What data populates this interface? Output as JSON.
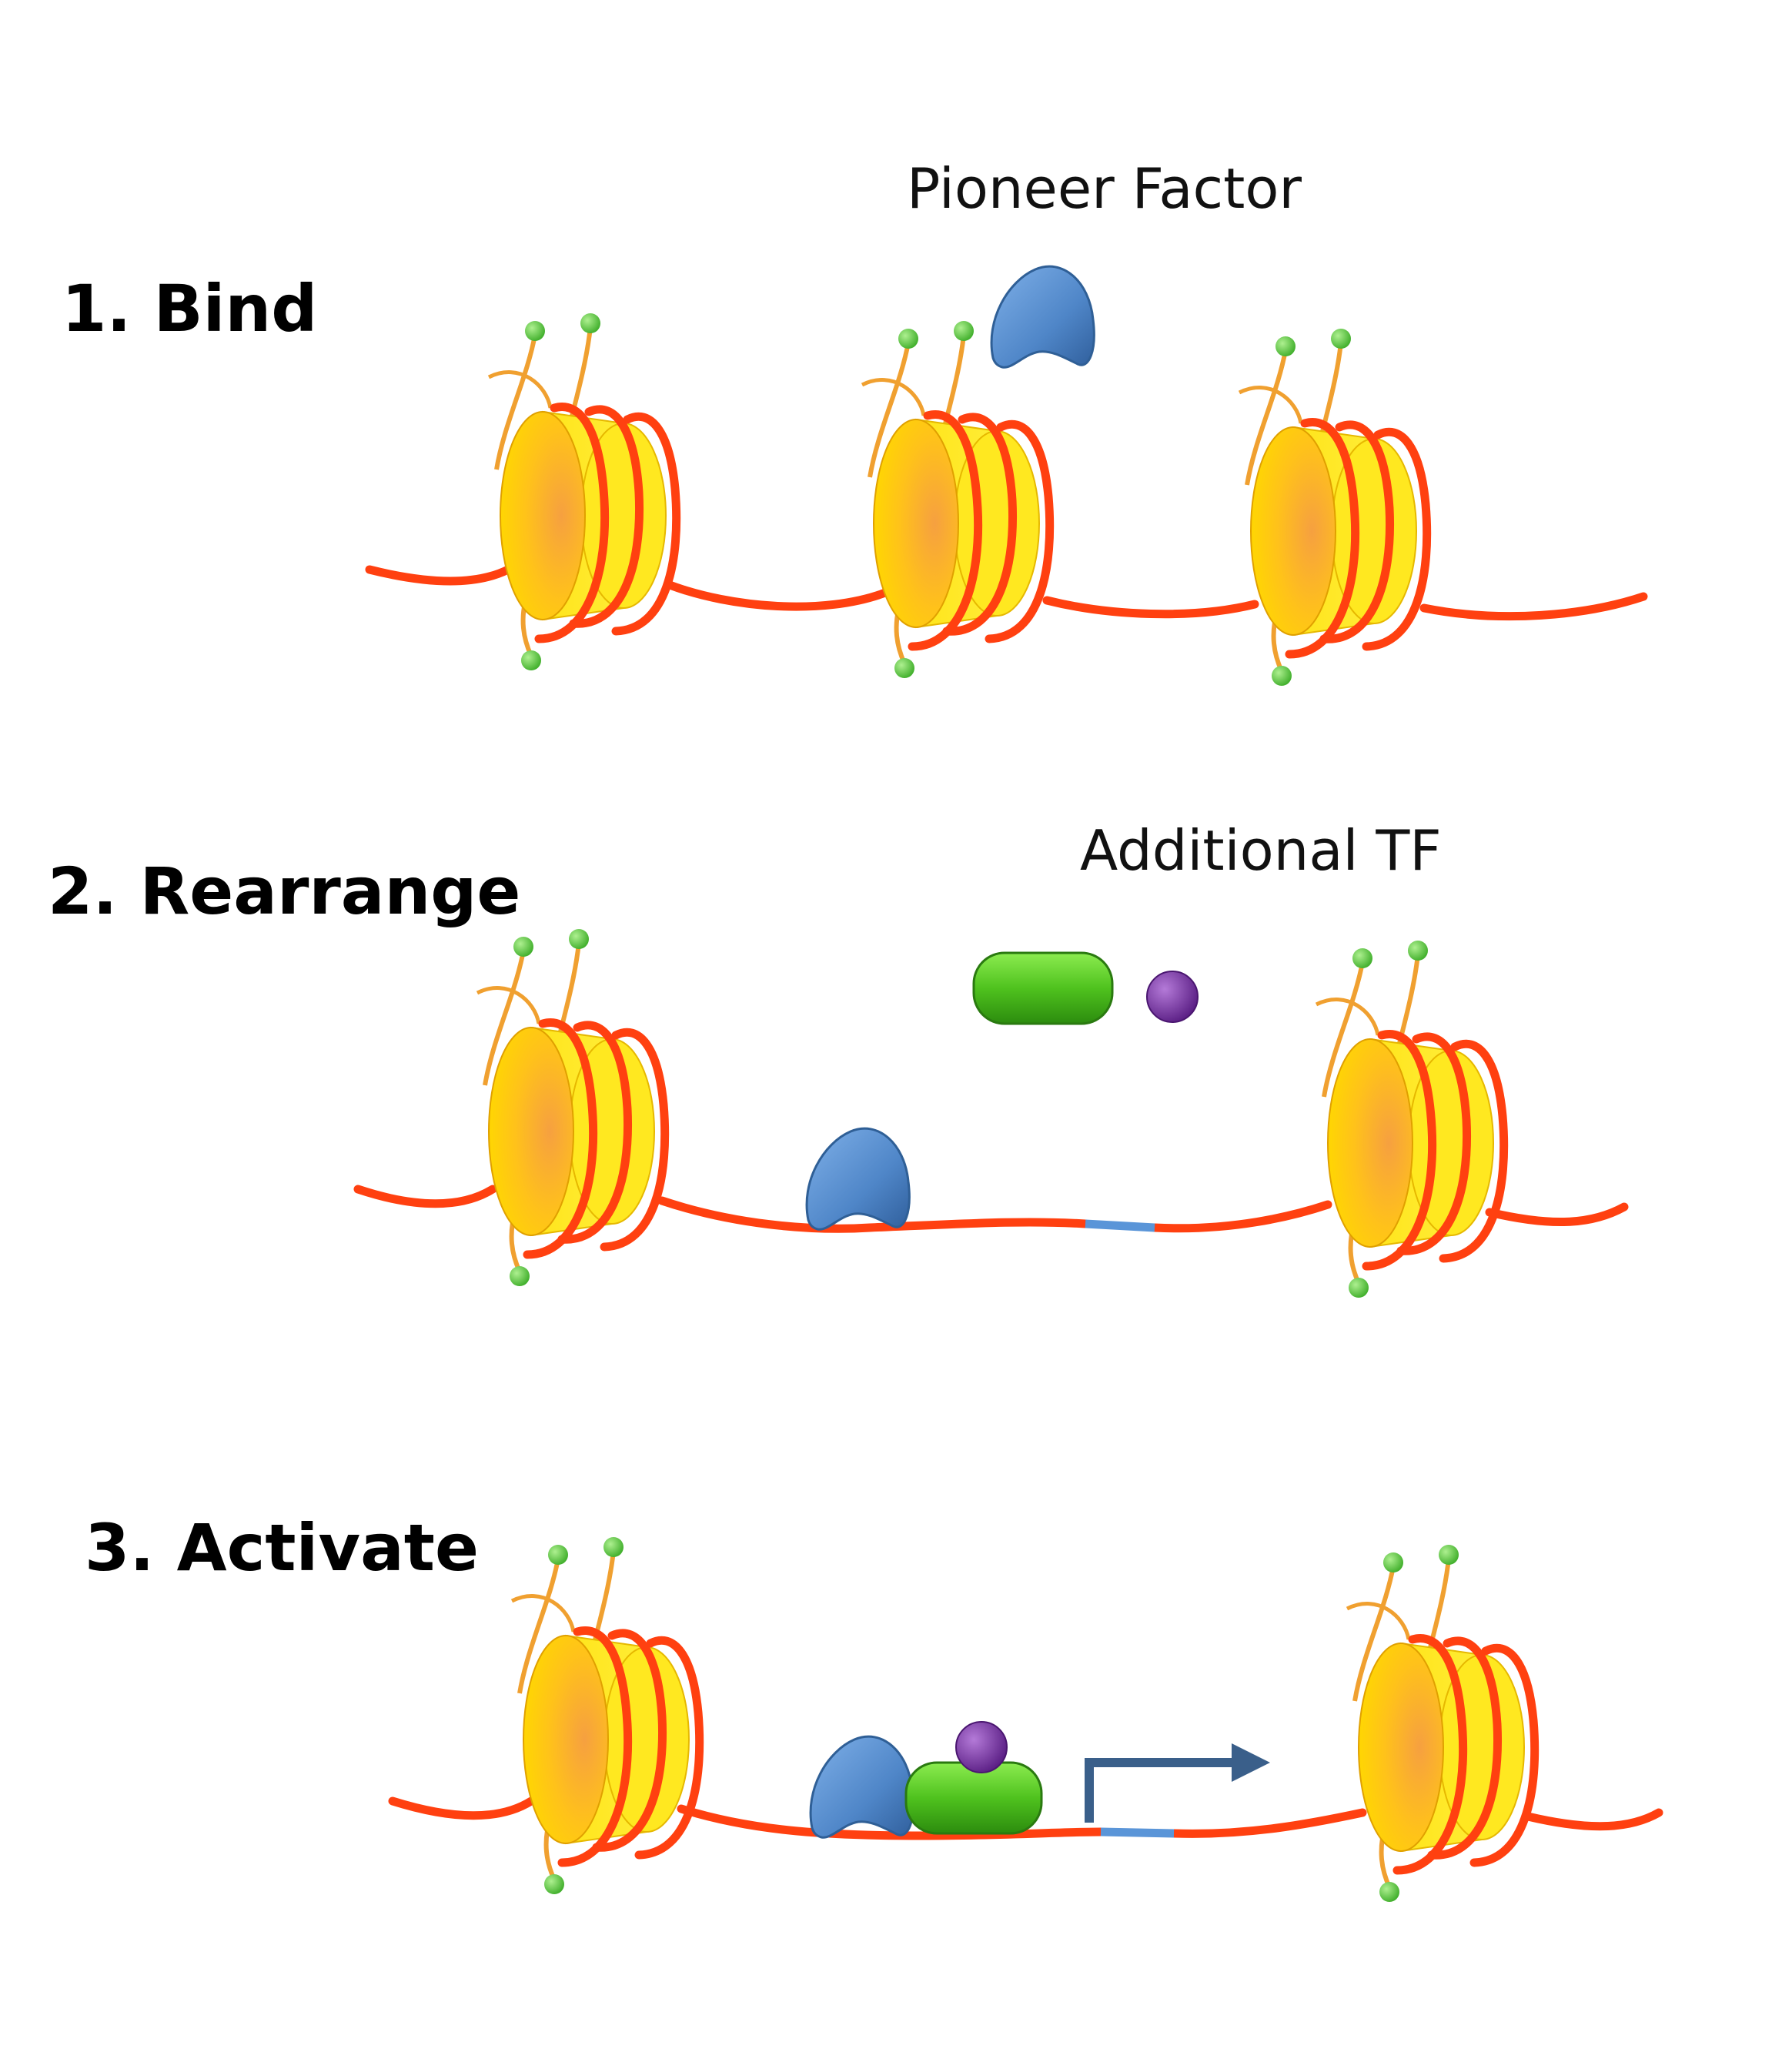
{
  "steps": [
    {
      "label": "1. Bind"
    },
    {
      "label": "2. Rearrange"
    },
    {
      "label": "3. Activate"
    }
  ],
  "labels": {
    "pioneer_factor": "Pioneer Factor",
    "additional_tf": "Additional TF"
  },
  "colors": {
    "dna": "#ff4010",
    "histone": "#ffd400",
    "histone_tail": "#f0a030",
    "tail_tip": "#66d04a",
    "pioneer_factor": "#4f86c8",
    "additional_tf": "#4fc21e",
    "cofactor": "#7a2fa8",
    "promoter": "#5a95d8",
    "tss_arrow": "#3a5f8a"
  }
}
